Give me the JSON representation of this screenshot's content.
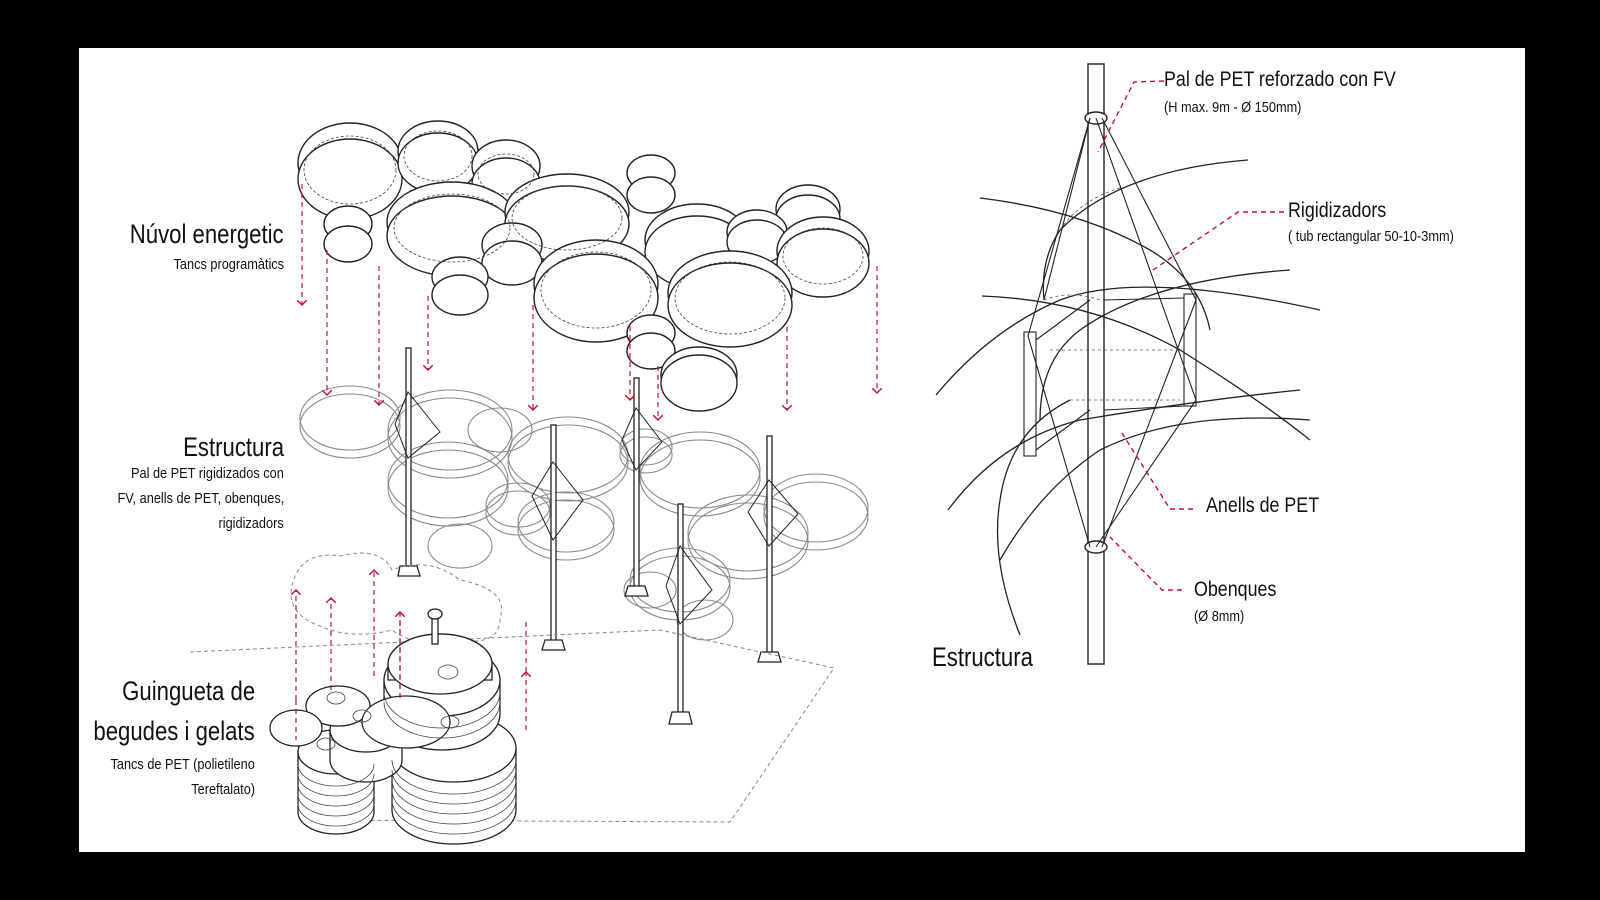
{
  "left": {
    "cloud": {
      "title": "Núvol energetic",
      "subtitle": "Tancs programàtics"
    },
    "structure": {
      "title": "Estructura",
      "lines": [
        "Pal de PET rigidizados con",
        "FV, anells de PET, obenques,",
        "rigidizadors"
      ]
    },
    "kiosk": {
      "title_lines": [
        "Guingueta de",
        "begudes i gelats"
      ],
      "sub_lines": [
        "Tancs de PET (polietileno",
        "Tereftalato)"
      ]
    }
  },
  "right": {
    "title": "Estructura",
    "labels": [
      {
        "title": "Pal de PET reforzado con FV",
        "sub": "(H max. 9m - Ø 150mm)"
      },
      {
        "title": "Rigidizadors",
        "sub": "( tub rectangular 50-10-3mm)"
      },
      {
        "title": "Anells de PET",
        "sub": ""
      },
      {
        "title": "Obenques",
        "sub": "(Ø 8mm)"
      }
    ]
  },
  "colors": {
    "background": "#000000",
    "panel": "#ffffff",
    "leader": "#c8102e",
    "ink": "#222222"
  }
}
